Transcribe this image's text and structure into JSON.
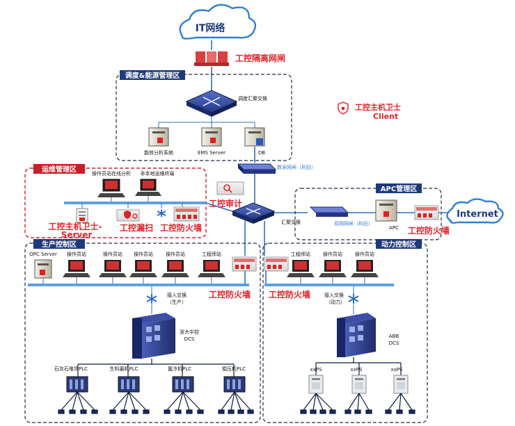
{
  "top": {
    "it_network": "IT网络",
    "gap_label": "工控隔离网闸"
  },
  "client_legend": {
    "line1": "工控主机卫士",
    "line2": "Client"
  },
  "zones": {
    "dispatch": {
      "title": "调度&能源管理区",
      "switch_label": "调度汇聚交换",
      "servers": [
        "能效分析系统",
        "EMS Server",
        "DB"
      ]
    },
    "ops": {
      "title": "运维管理区",
      "station1": "操作员站在线分析",
      "station2": "非本地运维终端",
      "host_guard_line1": "工控主机卫士-",
      "host_guard_line2": "Server",
      "leak_scan": "工控漏扫",
      "firewall": "工控防火墙"
    },
    "apc": {
      "title": "APC管理区",
      "apc_label": "APC",
      "firewall": "工控防火墙",
      "internet": "Internet",
      "dual_link": "双网网闸（利旧）"
    },
    "production": {
      "title": "生产控制区",
      "nodes": [
        "OPC Server",
        "操作员站",
        "操作员站",
        "操作员站",
        "操作员站",
        "工程师站"
      ],
      "firewall": "工控防火墙",
      "access_line1": "接入交换",
      "access_line2": "（生产）",
      "dcs_line1": "浙大中控",
      "dcs_line2": "DCS",
      "plcs": [
        "石灰石堆场PLC",
        "生料磨机PLC",
        "篦冷机PLC",
        "辊压机PLC"
      ]
    },
    "power": {
      "title": "动力控制区",
      "nodes": [
        "工程师站",
        "操作员站",
        "操作员站"
      ],
      "firewall": "工控防火墙",
      "access_line1": "接入交换",
      "access_line2": "（动力）",
      "dcs_line1": "ABB",
      "dcs_line2": "DCS",
      "ps": [
        "xxPS",
        "xxPS",
        "xxPS"
      ]
    }
  },
  "core": {
    "audit": "工控审计",
    "converge": "汇聚交换",
    "data_link": "数采网闸（利旧）"
  },
  "colors": {
    "accent_red": "#e6202a",
    "line_blue": "#2f6fc0",
    "zone_tag": "#1f3a7a",
    "device_dark": "#2a3a78"
  }
}
